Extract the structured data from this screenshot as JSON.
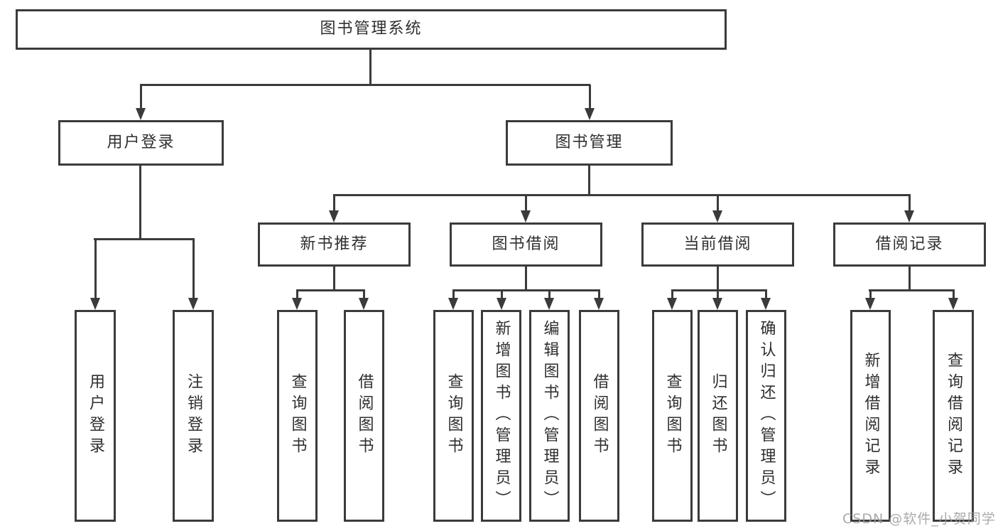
{
  "diagram": {
    "root": {
      "label": "图书管理系统"
    },
    "branches": [
      {
        "label": "用户登录",
        "children": [
          {
            "label": "用户登录"
          },
          {
            "label": "注销登录"
          }
        ]
      },
      {
        "label": "图书管理",
        "groups": [
          {
            "label": "新书推荐",
            "children": [
              {
                "label": "查询图书"
              },
              {
                "label": "借阅图书"
              }
            ]
          },
          {
            "label": "图书借阅",
            "children": [
              {
                "label": "查询图书"
              },
              {
                "label": "新增图书（管理员）"
              },
              {
                "label": "编辑图书（管理员）"
              },
              {
                "label": "借阅图书"
              }
            ]
          },
          {
            "label": "当前借阅",
            "children": [
              {
                "label": "查询图书"
              },
              {
                "label": "归还图书"
              },
              {
                "label": "确认归还（管理员）"
              }
            ]
          },
          {
            "label": "借阅记录",
            "children": [
              {
                "label": "新增借阅记录"
              },
              {
                "label": "查询借阅记录"
              }
            ]
          }
        ]
      }
    ]
  },
  "watermark": "CSDN @软件_小贺同学",
  "colors": {
    "line": "#3b3b3b",
    "text": "#2f2f2f",
    "background": "#ffffff",
    "watermark": "#9b9b9b"
  }
}
